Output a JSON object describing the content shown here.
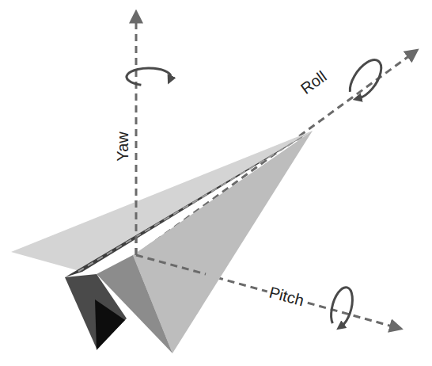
{
  "diagram": {
    "labels": [
      "Yaw",
      "Roll",
      "Pitch"
    ]
  }
}
